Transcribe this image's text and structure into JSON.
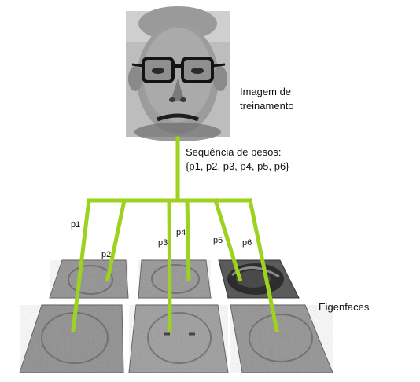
{
  "training_image_label": [
    "Imagem de",
    "treinamento"
  ],
  "weights_label": [
    "Sequência de pesos:",
    "{p1, p2, p3, p4, p5, p6}"
  ],
  "eigenfaces_label": "Eigenfaces",
  "weight_labels": [
    "p1",
    "p2",
    "p3",
    "p4",
    "p5",
    "p6"
  ],
  "colors": {
    "connector": "#9dd21f",
    "text": "#111111",
    "photo_bg": "#b9b9b9",
    "eigenface_bg": "#8d8d8d"
  }
}
